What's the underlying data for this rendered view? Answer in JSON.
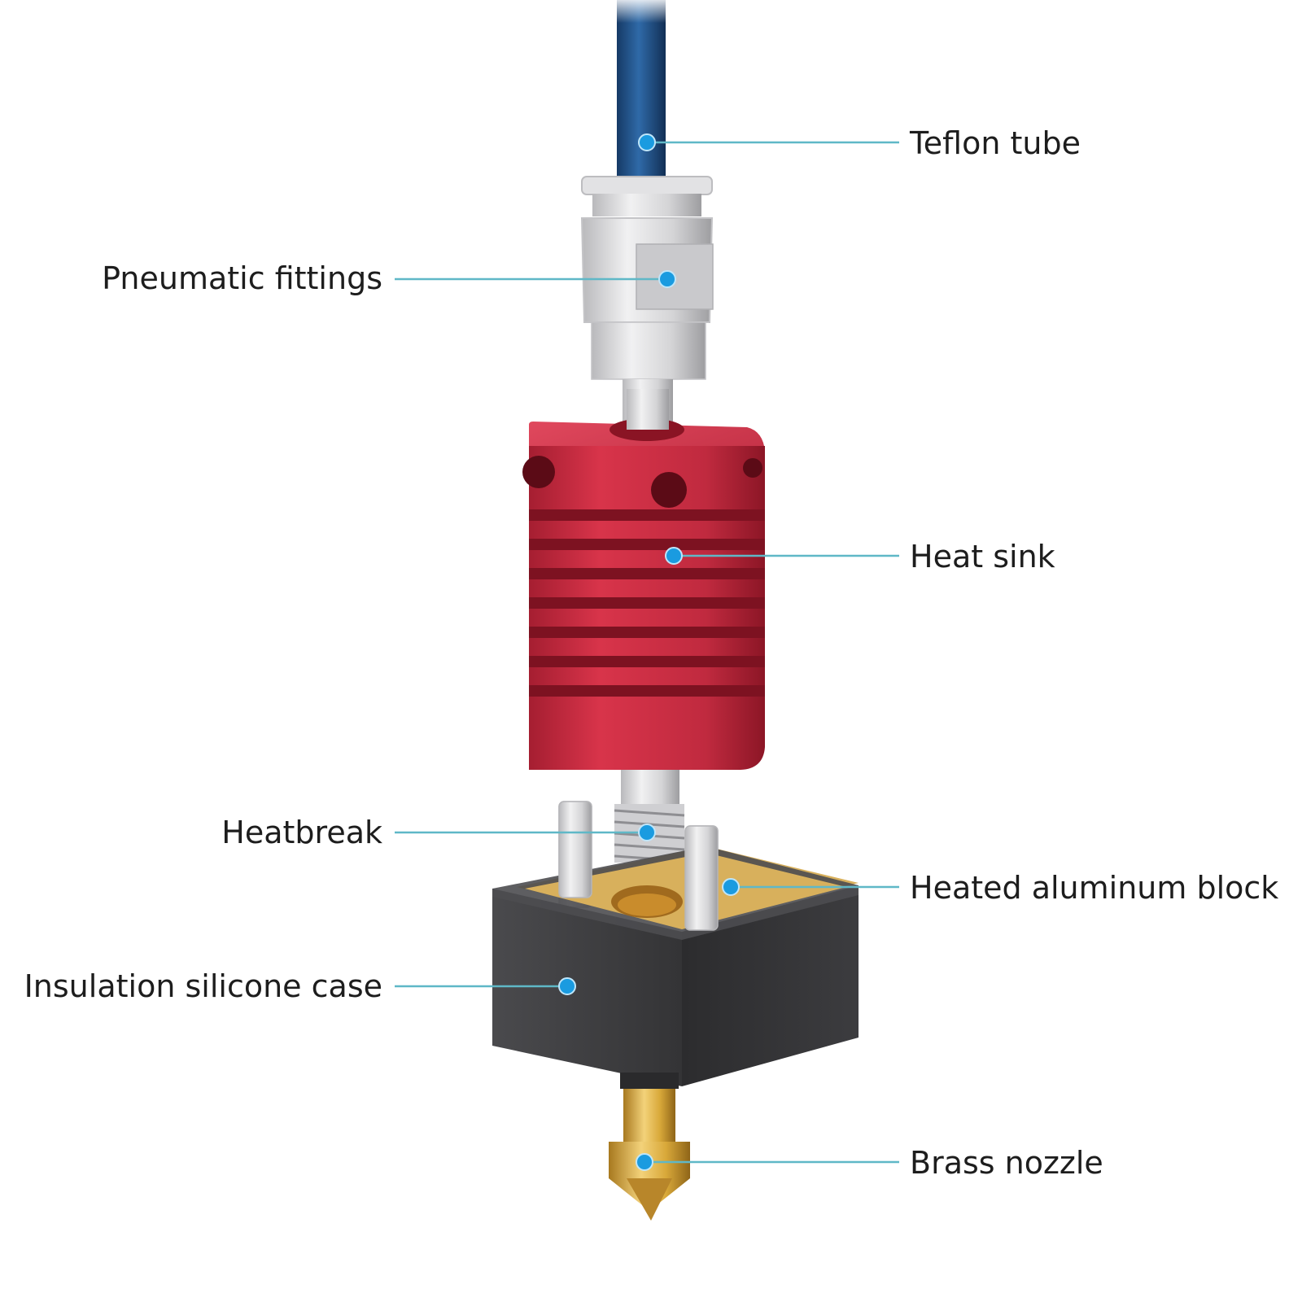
{
  "labels": {
    "teflon_tube": "Teflon tube",
    "pneumatic_fittings": "Pneumatic fittings",
    "heat_sink": "Heat sink",
    "heatbreak": "Heatbreak",
    "heated_aluminum_block": "Heated aluminum block",
    "insulation_silicone_case": "Insulation silicone case",
    "brass_nozzle": "Brass nozzle"
  },
  "colors": {
    "callout_line": "#5fb8c7",
    "callout_dot": "#1a9be0",
    "heat_sink": "#c8283c",
    "teflon_tube": "#1f4f86",
    "silicone_case": "#3c3c3e",
    "brass": "#d9a93a",
    "fitting": "#d6d6d8",
    "text": "#1d1d1d"
  }
}
